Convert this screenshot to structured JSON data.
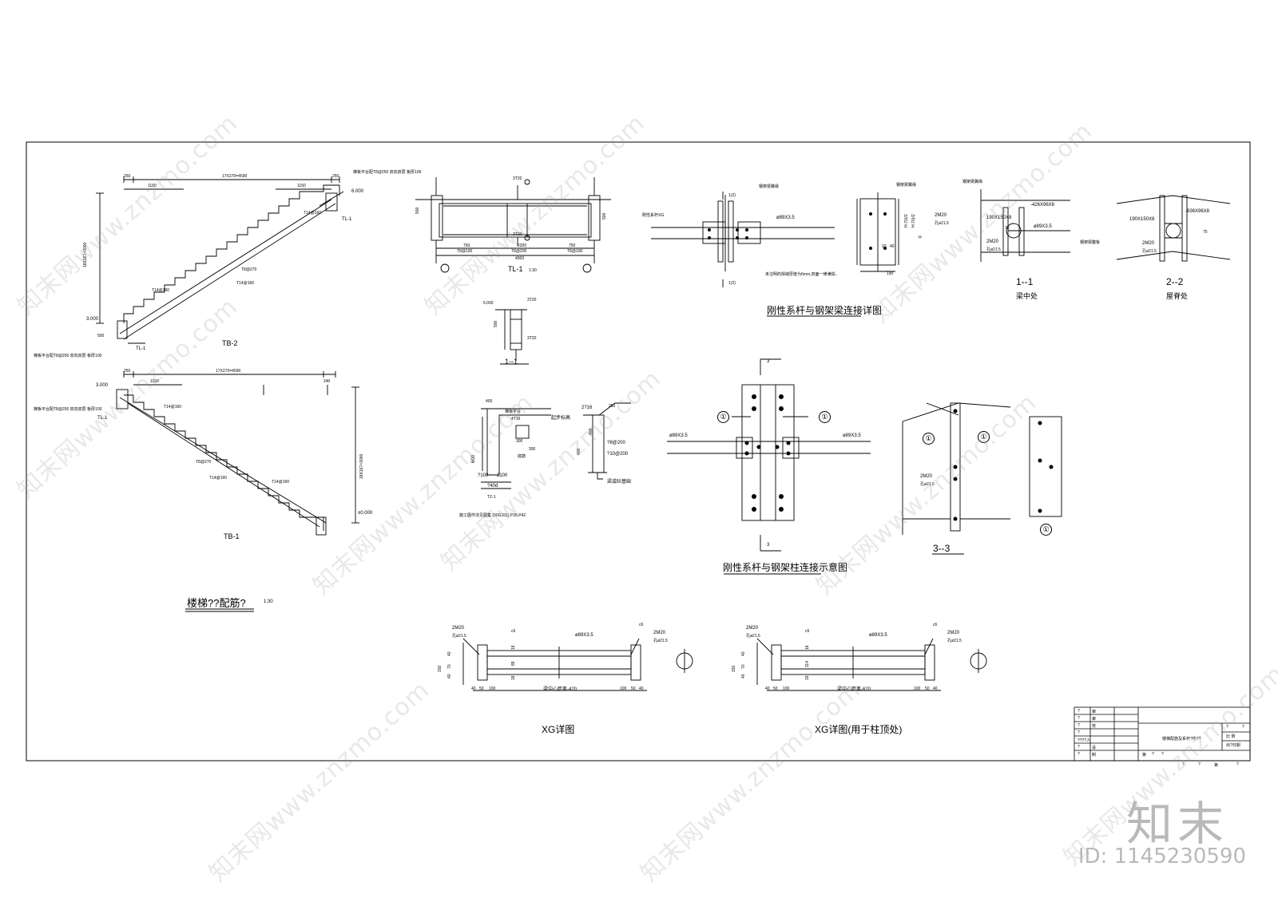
{
  "drawing": {
    "stair_section_top": {
      "label": "TB-2",
      "dims": [
        "250",
        "17X270=4590",
        "250",
        "1150",
        "1150"
      ],
      "elevations": [
        "6.000",
        "3.000"
      ],
      "beams": [
        "TL-1",
        "TL-1"
      ],
      "rebar": [
        "T14@160",
        "T14@160",
        "T8@270",
        "T14@160"
      ],
      "vertical_dim": "18X167=3000",
      "slab_note": "梯板平台配T8@250 双向双层 板厚100",
      "dim_500": "500"
    },
    "stair_section_bottom": {
      "label": "TB-1",
      "dims": [
        "250",
        "17X270=4590",
        "240",
        "1150"
      ],
      "elevations": [
        "3.000",
        "±0.000"
      ],
      "beams": [
        "TL-1"
      ],
      "rebar": [
        "T14@160",
        "T8@270",
        "T14@160",
        "T14@160"
      ],
      "vertical_dim": "18X167=3000",
      "slab_note": "梯板平台配T8@250 双向双层 板厚100"
    },
    "stair_title": "楼梯??配筋?",
    "stair_scale": "1:30",
    "tl1": {
      "label": "TL-1",
      "scale": "1:30",
      "dims": [
        "750",
        "2200",
        "750",
        "4000",
        "500",
        "500"
      ],
      "rebar": [
        "3T20",
        "3T20",
        "T8@100",
        "T8@200",
        "T8@100"
      ]
    },
    "section11_small": {
      "label": "1--1",
      "elev": "6.000",
      "dim": "500",
      "rebar": [
        "3T20",
        "3T20"
      ]
    },
    "tz1": {
      "label": "TZ-1",
      "dims": [
        "400",
        "600",
        "?100",
        "2100",
        "?40d",
        "300",
        "300"
      ],
      "notes": [
        "梯板平台",
        "4T16",
        "底筋",
        "起步标高"
      ],
      "footnote": "施工图作法见图集 (00G101) P28,P42"
    },
    "foot_detail": {
      "labels": [
        "2?16",
        "?8@200",
        "?10@200",
        "梁或砼基础",
        "250",
        "400",
        "400"
      ]
    },
    "rigid_beam_detail": {
      "title": "刚性系杆与钢架梁连接详图",
      "labels": [
        "刚性系杆XG",
        "钢架梁翼缘",
        "ø89X3.5",
        "1(2)",
        "1(2)"
      ],
      "note": "未注明的焊缝厚度为6mm,双面一律满焊。"
    },
    "side_view": {
      "labels": [
        "钢架梁翼缘",
        "2M20",
        "孔ø21.5",
        "190",
        "20",
        "40",
        "H",
        "H-70)/2",
        "H-70)/2"
      ]
    },
    "section_1_1": {
      "label": "1--1",
      "sublabel": "梁中处",
      "labels": [
        "钢架梁翼缘",
        "-426X96X8",
        "190X150X8",
        "ø89X3.5",
        "2M20",
        "孔ø21.5",
        "钢架梁腹板",
        "75"
      ]
    },
    "section_2_2": {
      "label": "2--2",
      "sublabel": "屋脊处",
      "labels": [
        "-936X96X8",
        "190X150X8",
        "2M20",
        "孔ø21.5",
        "75"
      ]
    },
    "column_detail": {
      "title": "刚性系杆与钢架柱连接示意图",
      "labels": [
        "ø89X3.5",
        "ø89X3.5",
        "3",
        "3",
        "①",
        "①"
      ]
    },
    "section_3_3": {
      "label": "3--3",
      "labels": [
        "①",
        "①",
        "2M20",
        "孔ø21.5",
        "①"
      ]
    },
    "xg_detail_1": {
      "title": "XG详图",
      "labels": [
        "2M20",
        "孔ø21.5",
        "ø89X3.5",
        "2M20",
        "孔ø21.5",
        "c6",
        "c6",
        "梁中心距离-420",
        "40",
        "50",
        "100",
        "100",
        "50",
        "40",
        "150",
        "40",
        "70",
        "40",
        "18",
        "89",
        "18"
      ]
    },
    "xg_detail_2": {
      "title": "XG详图(用于柱顶处)",
      "labels": [
        "2M20",
        "孔ø21.5",
        "ø89X3.5",
        "2M20",
        "孔ø21.5",
        "c6",
        "c6",
        "梁中心距离-620",
        "40",
        "50",
        "100",
        "100",
        "50",
        "40",
        "150",
        "40",
        "70",
        "40",
        "18",
        "114",
        "18"
      ]
    },
    "title_block": {
      "drawing_name": "楼梯配筋及系杆?件??",
      "rows_left": [
        "?",
        "?",
        "?",
        "?",
        "????人",
        "?",
        "?"
      ],
      "row_labels": [
        "审",
        "审",
        "校",
        "设",
        "制"
      ],
      "right_top": [
        "?",
        "?",
        "?",
        "?"
      ],
      "right_labels": [
        "比 例",
        "出?日期"
      ],
      "bottom": [
        "第",
        "?",
        "?",
        "?",
        "?",
        "第",
        "?"
      ]
    }
  },
  "watermark": {
    "text": "知末网www.znzmo.com",
    "brand": "知末",
    "id": "ID: 1145230590"
  }
}
